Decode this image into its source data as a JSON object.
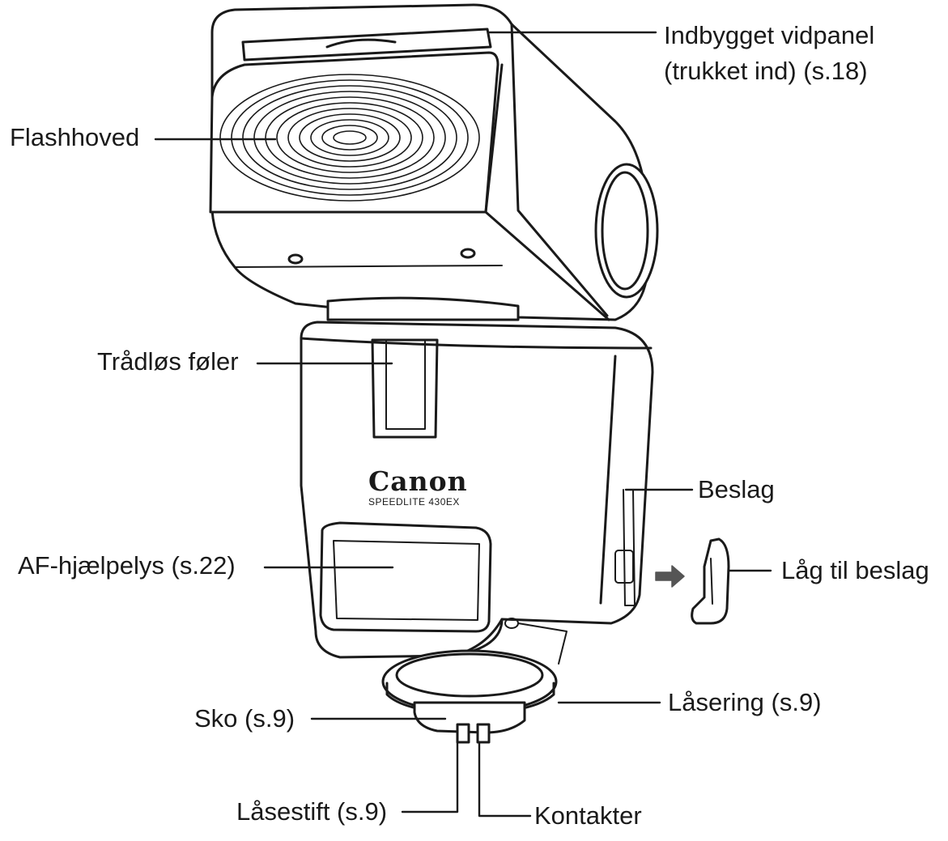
{
  "labels": {
    "panel_line1": "Indbygget vidpanel",
    "panel_line2": "(trukket ind) (s.18)",
    "flash_head": "Flashhoved",
    "wireless_sensor": "Trådløs føler",
    "bracket": "Beslag",
    "af_assist": "AF-hjælpelys (s.22)",
    "bracket_cover": "Låg til beslag",
    "lock_ring": "Låsering (s.9)",
    "shoe": "Sko (s.9)",
    "lock_pin": "Låsestift (s.9)",
    "contacts": "Kontakter"
  },
  "product": {
    "brand": "Canon",
    "model": "SPEEDLITE 430EX"
  }
}
